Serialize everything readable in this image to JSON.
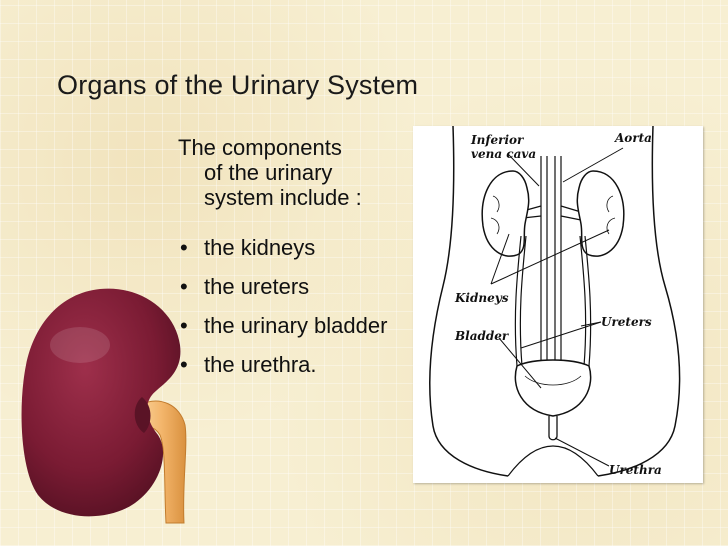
{
  "slide": {
    "title": "Organs of the Urinary System",
    "intro_lines": [
      "The components",
      "of the urinary",
      "system include :"
    ],
    "bullets": [
      "the kidneys",
      " the ureters",
      " the urinary bladder",
      " the urethra."
    ],
    "bullet_glyph": "•"
  },
  "diagram": {
    "labels": {
      "inferior_line1": "Inferior",
      "inferior_line2": "vena cava",
      "aorta": "Aorta",
      "kidneys": "Kidneys",
      "bladder": "Bladder",
      "ureters": "Ureters",
      "urethra": "Urethra"
    }
  },
  "colors": {
    "background": "#f7efd2",
    "kidney": "#7a1b33",
    "ureter": "#f3b56b"
  }
}
